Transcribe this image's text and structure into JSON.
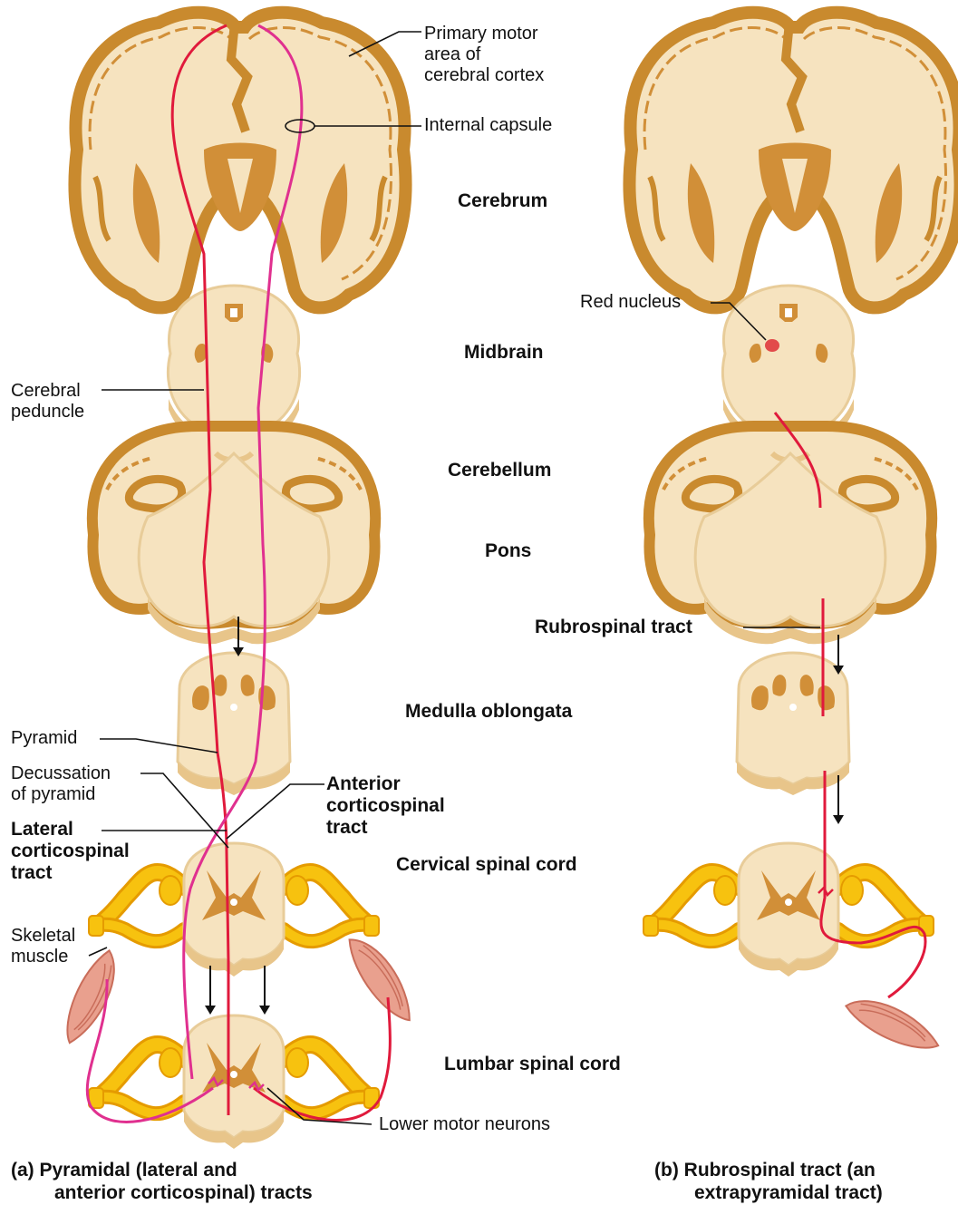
{
  "colors": {
    "tissue_fill": "#f6e3bf",
    "tissue_edge": "#c98a2e",
    "gray_matter": "#d18f38",
    "nerve_yellow": "#f7c20f",
    "nerve_edge": "#e59b00",
    "tract_red": "#e01a3c",
    "tract_pink": "#e0308f",
    "muscle": "#e9a08e"
  },
  "labels": {
    "primary_motor": [
      "Primary motor",
      "area of",
      "cerebral cortex"
    ],
    "internal_capsule": "Internal capsule",
    "cerebrum": "Cerebrum",
    "midbrain": "Midbrain",
    "cerebral_peduncle": [
      "Cerebral",
      "peduncle"
    ],
    "cerebellum": "Cerebellum",
    "pons": "Pons",
    "red_nucleus": "Red nucleus",
    "rubrospinal_tract": "Rubrospinal tract",
    "medulla": "Medulla oblongata",
    "pyramid": "Pyramid",
    "decussation": [
      "Decussation",
      "of pyramid"
    ],
    "anterior_cst": [
      "Anterior",
      "corticospinal",
      "tract"
    ],
    "lateral_cst": [
      "Lateral",
      "corticospinal",
      "tract"
    ],
    "cervical": "Cervical spinal cord",
    "skeletal_muscle": [
      "Skeletal",
      "muscle"
    ],
    "lumbar": "Lumbar spinal cord",
    "lower_motor_neurons": "Lower motor neurons"
  },
  "captions": {
    "a": [
      "(a) Pyramidal (lateral and",
      "anterior corticospinal) tracts"
    ],
    "b": [
      "(b) Rubrospinal tract (an",
      "extrapyramidal tract)"
    ]
  }
}
